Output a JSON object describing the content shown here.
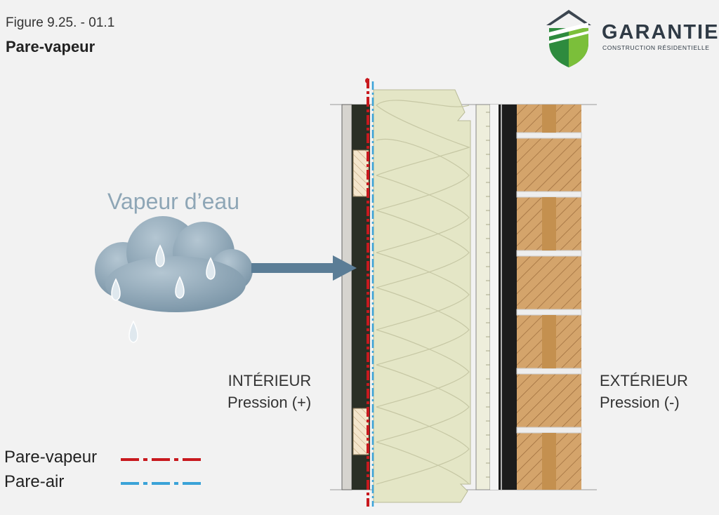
{
  "figure": {
    "number": "Figure 9.25. - 01.1",
    "title": "Pare-vapeur"
  },
  "logo": {
    "name": "GARANTIE",
    "subtitle": "CONSTRUCTION RÉSIDENTIELLE"
  },
  "vapor_label": "Vapeur d’eau",
  "interior": {
    "line1": "INTÉRIEUR",
    "line2": "Pression (+)"
  },
  "exterior": {
    "line1": "EXTÉRIEUR",
    "line2": "Pression (-)"
  },
  "legend": [
    {
      "label": "Pare-vapeur",
      "color": "#c8191e"
    },
    {
      "label": "Pare-air",
      "color": "#3aa3d8"
    }
  ],
  "colors": {
    "cloud": "#8ea6b6",
    "arrow": "#5b7d96",
    "insulation": "#e4e6c6",
    "brick": "#d4a46b",
    "background": "#f2f2f2"
  }
}
